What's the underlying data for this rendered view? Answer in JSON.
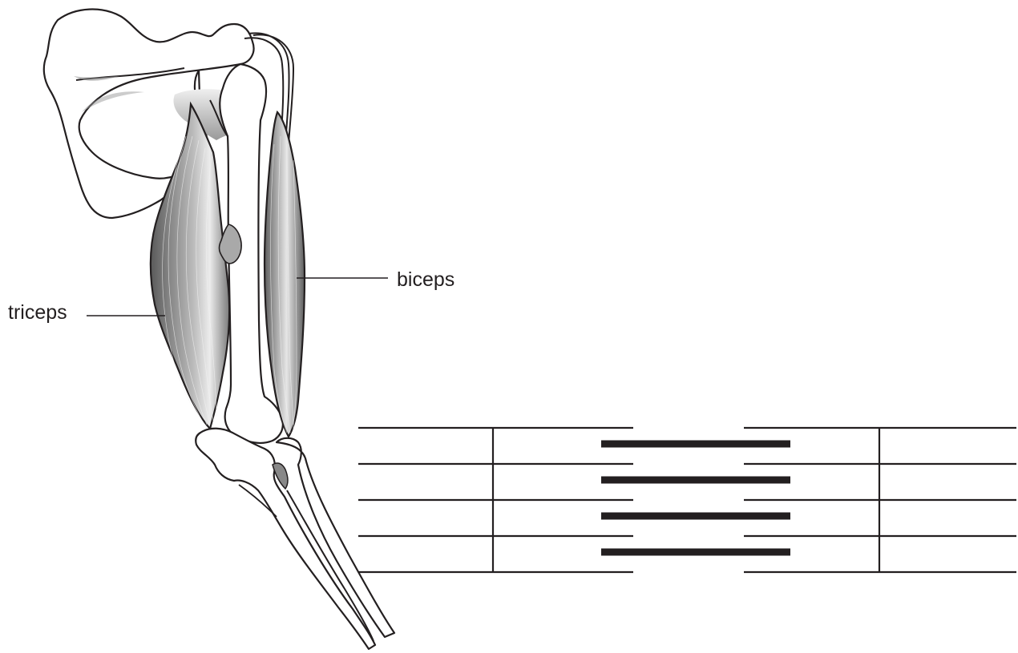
{
  "labels": {
    "triceps": "triceps",
    "biceps": "biceps"
  },
  "colors": {
    "line": "#231f20",
    "muscle_dark": "#5a5a5a",
    "muscle_light": "#ececec",
    "background": "#ffffff"
  },
  "sarcomere": {
    "myofibril_count": 4
  }
}
